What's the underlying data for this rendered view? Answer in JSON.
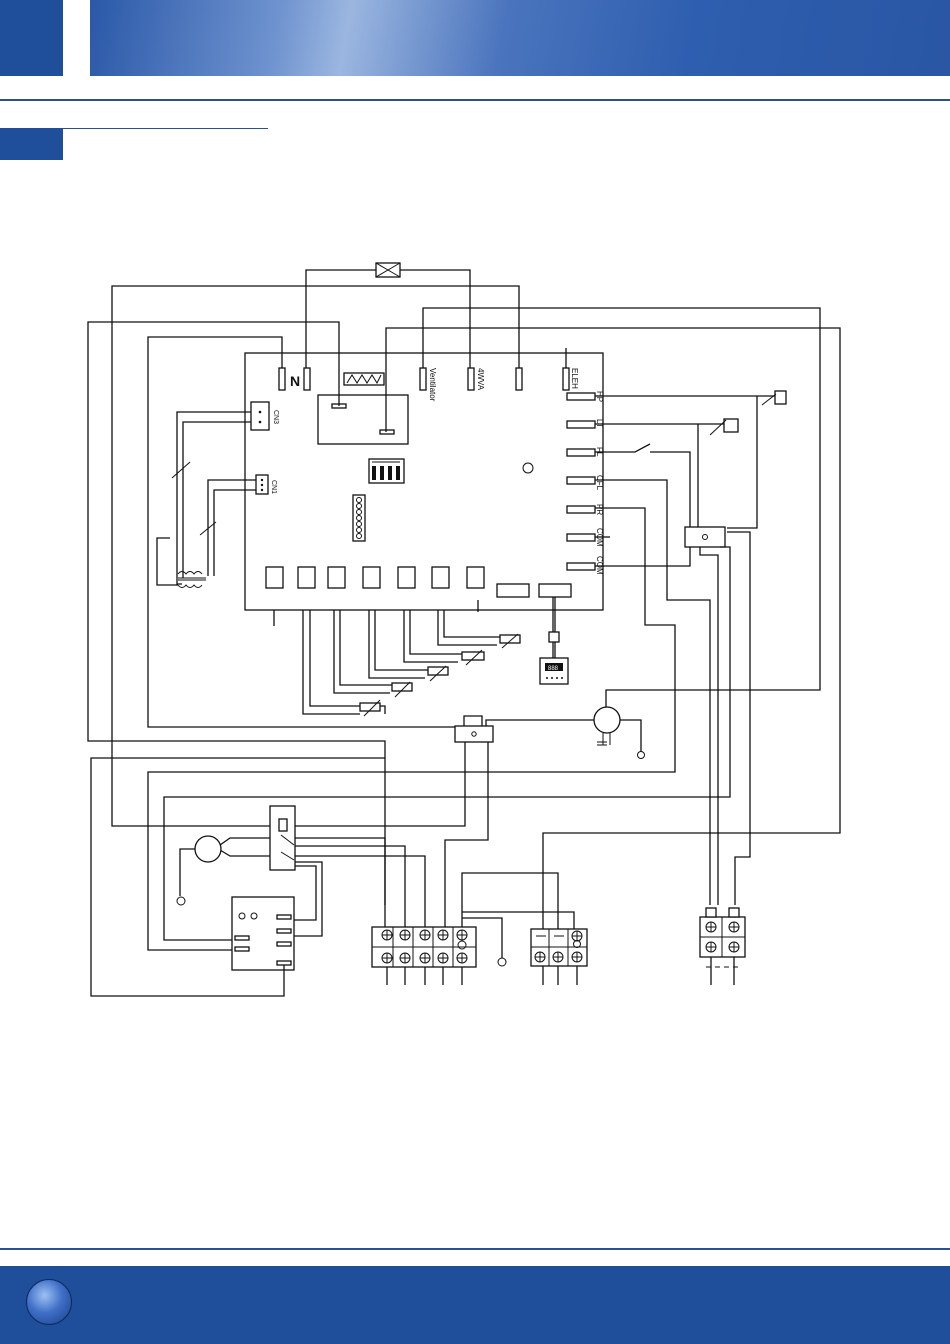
{
  "board": {
    "label_n": "N",
    "label_ventilator": "Ventilator",
    "label_4wva": "4WVA",
    "label_eleh": "ELEH",
    "label_hp": "HP",
    "label_lt": "LT",
    "label_fl": "FL",
    "label_cfl": "CFL",
    "label_pr": "PR",
    "label_com1": "COM",
    "label_com2": "COM",
    "label_cn3": "CN3",
    "label_cn1": "CN1",
    "display_text": "888"
  },
  "colors": {
    "brand_blue": "#1f4e9a",
    "line": "#111111"
  }
}
